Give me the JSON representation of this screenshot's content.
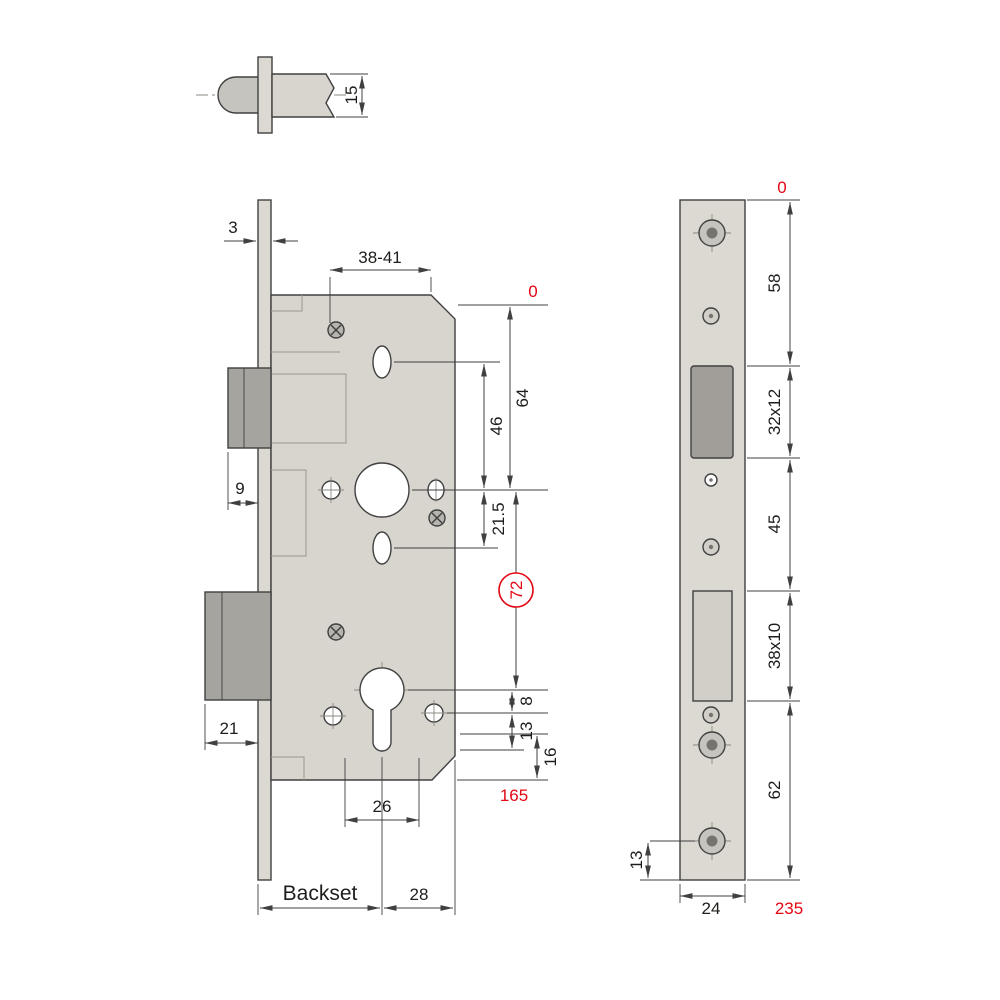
{
  "colors": {
    "line": "#404040",
    "accent_red": "#e30613",
    "case_fill": "#d8d5ce",
    "plate_fill": "#dcd9d3",
    "bolt_fill": "#a6a49f"
  },
  "latch_detail": {
    "height": "15"
  },
  "lock_body": {
    "faceplate_thickness": "3",
    "top_span": "38-41",
    "zero_ref": "0",
    "dim_46": "46",
    "dim_64": "64",
    "dim_9": "9",
    "dim_21_5": "21.5",
    "dim_72": "72",
    "dim_8": "8",
    "dim_13": "13",
    "dim_16": "16",
    "dim_21": "21",
    "dim_26": "26",
    "dim_165": "165",
    "backset_label": "Backset",
    "dim_28": "28"
  },
  "faceplate": {
    "zero_ref": "0",
    "dim_58": "58",
    "latch_cutout": "32x12",
    "dim_45": "45",
    "bolt_cutout": "38x10",
    "dim_62": "62",
    "dim_13": "13",
    "dim_24": "24",
    "dim_235": "235"
  }
}
